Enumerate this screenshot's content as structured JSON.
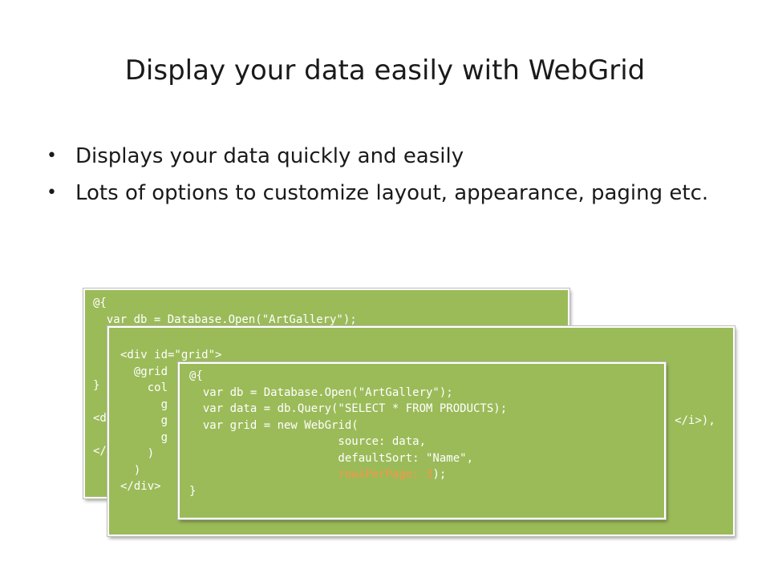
{
  "slide": {
    "title": "Display your data easily with WebGrid",
    "bullets": [
      "Displays your data quickly and easily",
      "Lots of options to customize layout, appearance, paging etc."
    ]
  },
  "code_panels": {
    "back": {
      "l1": "@{",
      "l2": "  var db = Database.Open(\"ArtGallery\");",
      "l3": "",
      "l4": "",
      "l5": "",
      "l6": "}",
      "l7": "",
      "l8": "<d",
      "l9": "",
      "l10": "</"
    },
    "middle": {
      "l1": "<div id=\"grid\">",
      "l2": "  @grid",
      "l3": "    col",
      "l4": "      g",
      "l5": "      g",
      "l5_tail": "</i>),",
      "l6": "      g",
      "l7": "    )",
      "l8": "  )",
      "l9": "</div>"
    },
    "front": {
      "l1": "@{",
      "l2": "  var db = Database.Open(\"ArtGallery\");",
      "l3": "  var data = db.Query(\"SELECT * FROM PRODUCTS);",
      "l4": "  var grid = new WebGrid(",
      "l5": "                      source: data,",
      "l6": "                      defaultSort: \"Name\",",
      "l7_highlight": "                      rowsPerPage: 3",
      "l7_end": ");",
      "l8": "}"
    }
  },
  "colors": {
    "panel_bg": "#9bbb59",
    "code_text": "#ffffff",
    "highlight": "#f79646"
  }
}
